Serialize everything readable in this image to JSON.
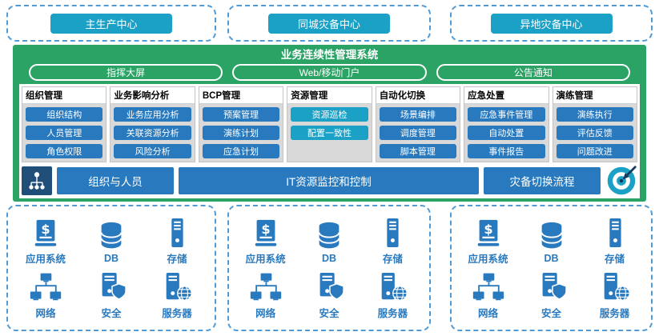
{
  "centers": [
    {
      "label": "主生产中心"
    },
    {
      "label": "同城灾备中心"
    },
    {
      "label": "异地灾备中心"
    }
  ],
  "system": {
    "title": "业务连续性管理系统",
    "portals": [
      "指挥大屏",
      "Web/移动门户",
      "公告通知"
    ],
    "modules": [
      {
        "title": "组织管理",
        "accent": "blue",
        "items": [
          "组织结构",
          "人员管理",
          "角色权限"
        ]
      },
      {
        "title": "业务影响分析",
        "accent": "blue",
        "items": [
          "业务应用分析",
          "关联资源分析",
          "风险分析"
        ]
      },
      {
        "title": "BCP管理",
        "accent": "blue",
        "items": [
          "预案管理",
          "演练计划",
          "应急计划"
        ]
      },
      {
        "title": "资源管理",
        "accent": "teal",
        "items": [
          "资源巡检",
          "配置一致性"
        ]
      },
      {
        "title": "自动化切换",
        "accent": "blue",
        "items": [
          "场景编排",
          "调度管理",
          "脚本管理"
        ]
      },
      {
        "title": "应急处置",
        "accent": "blue",
        "items": [
          "应急事件管理",
          "自动处置",
          "事件报告"
        ]
      },
      {
        "title": "演练管理",
        "accent": "blue",
        "items": [
          "演练执行",
          "评估反馈",
          "问题改进"
        ]
      }
    ]
  },
  "middle": {
    "left": {
      "label": "组织与人员",
      "icon": "org-chart-icon"
    },
    "center": {
      "label": "IT资源监控和控制"
    },
    "right": {
      "label": "灾备切换流程",
      "icon": "target-icon"
    }
  },
  "infrastructure": {
    "items": [
      {
        "label": "应用系统",
        "icon": "app-system-icon"
      },
      {
        "label": "DB",
        "icon": "database-icon"
      },
      {
        "label": "存储",
        "icon": "storage-icon"
      },
      {
        "label": "网络",
        "icon": "network-icon"
      },
      {
        "label": "安全",
        "icon": "security-icon"
      },
      {
        "label": "服务器",
        "icon": "server-icon"
      }
    ]
  },
  "colors": {
    "teal": "#1ba0c6",
    "green": "#2aa365",
    "blue": "#2979be",
    "dark_blue": "#1f4e79",
    "gray": "#d9d9d9",
    "dashed_border": "#4f9bd8"
  }
}
